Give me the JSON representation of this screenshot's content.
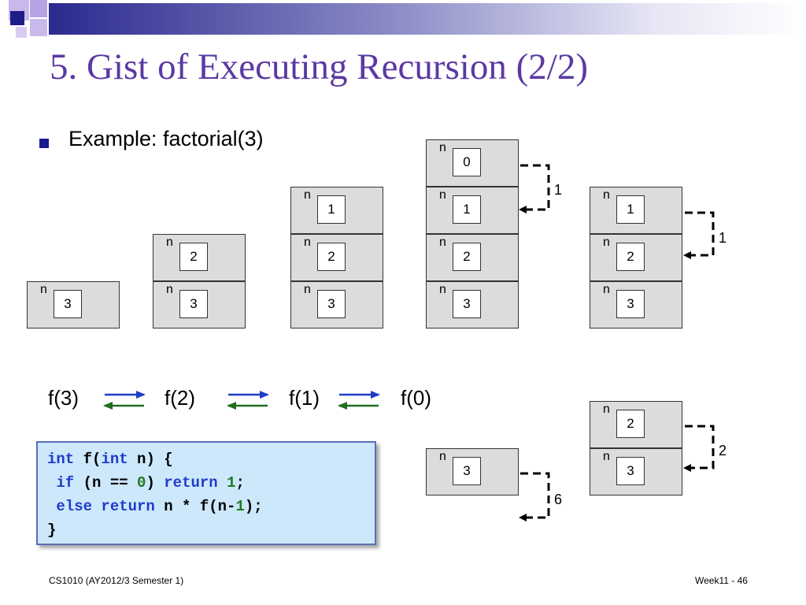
{
  "slide": {
    "title": "5. Gist of Executing Recursion (2/2)",
    "bullet": "Example: factorial(3)"
  },
  "var_label": "n",
  "stacks": [
    {
      "frames": [
        "3"
      ]
    },
    {
      "frames": [
        "2",
        "3"
      ]
    },
    {
      "frames": [
        "1",
        "2",
        "3"
      ]
    },
    {
      "frames": [
        "0",
        "1",
        "2",
        "3"
      ]
    },
    {
      "frames": [
        "1",
        "2",
        "3"
      ]
    },
    {
      "frames": [
        "2",
        "3"
      ]
    },
    {
      "frames": [
        "3"
      ]
    }
  ],
  "return_values": [
    "1",
    "1",
    "2",
    "6"
  ],
  "calls": [
    "f(3)",
    "f(2)",
    "f(1)",
    "f(0)"
  ],
  "code": {
    "l1": [
      "int",
      " f(",
      "int",
      " n) {"
    ],
    "l2": [
      " ",
      "if",
      " (n == ",
      "0",
      ") ",
      "return",
      " ",
      "1",
      ";"
    ],
    "l3": [
      " ",
      "else",
      " ",
      "return",
      " n * f(n-",
      "1",
      ");"
    ],
    "l4": [
      "}"
    ]
  },
  "footer": {
    "left": "CS1010 (AY2012/3 Semester 1)",
    "right": "Week11 - 46"
  },
  "colors": {
    "title": "#5b39a3",
    "call_arrow": "#1f3dc8",
    "return_arrow": "#1f6e1f",
    "code_bg": "#cde7fb",
    "keyword": "#1f3dc8",
    "number": "#1f7a1f"
  }
}
